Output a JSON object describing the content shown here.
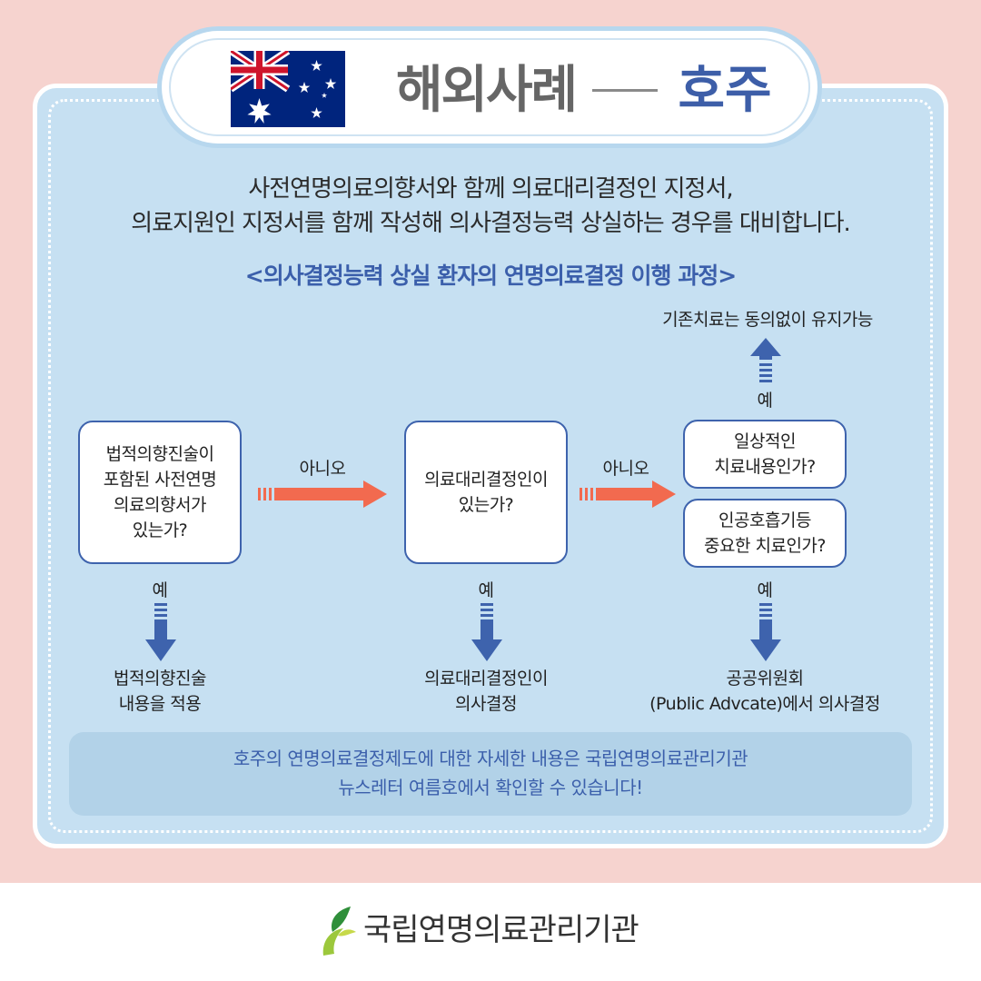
{
  "header": {
    "flag_icon": "australia-flag-icon",
    "title_left": "해외사례",
    "title_right": "호주"
  },
  "intro": {
    "line1": "사전연명의료의향서와 함께 의료대리결정인 지정서,",
    "line2": "의료지원인 지정서를 함께 작성해 의사결정능력 상실하는 경우를 대비합니다."
  },
  "flow": {
    "title": "<의사결정능력 상실 환자의 연명의료결정 이행 과정>",
    "q1": "법적의향진술이\n포함된 사전연명\n의료의향서가\n있는가?",
    "q2": "의료대리결정인이\n있는가?",
    "q3": "일상적인\n치료내용인가?",
    "q4": "인공호흡기등\n중요한 치료인가?",
    "no": "아니오",
    "yes": "예",
    "result_top": "기존치료는 동의없이 유지가능",
    "result1": "법적의향진술\n내용을 적용",
    "result2": "의료대리결정인이\n의사결정",
    "result3": "공공위원회\n(Public Advcate)에서 의사결정"
  },
  "note": {
    "line1": "호주의 연명의료결정제도에 대한 자세한 내용은 국립연명의료관리기관",
    "line2": "뉴스레터 여름호에서 확인할 수 있습니다!"
  },
  "footer": {
    "logo_icon": "leaf-logo-icon",
    "org_name": "국립연명의료관리기관"
  },
  "colors": {
    "background_top": "#f6d3cf",
    "panel": "#c6e0f2",
    "accent_blue": "#3e63ad",
    "no_arrow": "#f26a4f",
    "note_bg": "#b2d2e8"
  }
}
